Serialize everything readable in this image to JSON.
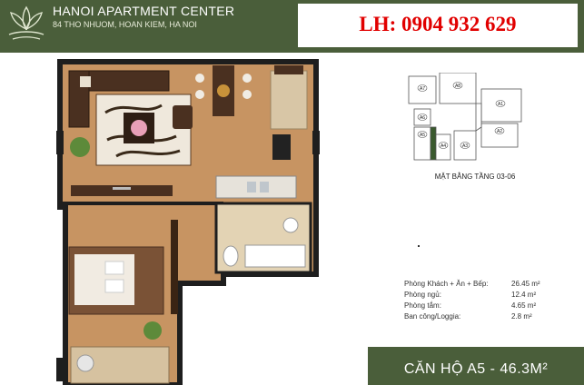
{
  "brand": {
    "title": "HANOI APARTMENT CENTER",
    "address": "84 THO NHUOM, HOAN KIEM, HA NOI"
  },
  "contact": {
    "phone": "LH: 0904 932 629"
  },
  "key_plan": {
    "units": [
      "A7",
      "A8",
      "A1",
      "A6",
      "A5",
      "A4",
      "A3",
      "A2"
    ],
    "highlighted_unit": "A5",
    "caption": "MẶT BẰNG TẦNG 03-06"
  },
  "areas": [
    {
      "label": "Phòng Khách + Ăn + Bếp:",
      "value": "26.45 m²"
    },
    {
      "label": "Phòng ngủ:",
      "value": "12.4 m²"
    },
    {
      "label": "Phòng tắm:",
      "value": "4.65 m²"
    },
    {
      "label": "Ban công/Loggia:",
      "value": "2.8 m²"
    }
  ],
  "unit_title": "CĂN HỘ A5 - 46.3M²",
  "colors": {
    "brand_green": "#4a5e3a",
    "phone_red": "#e10000",
    "wall_dark": "#1e1e1e",
    "wood_floor": "#c79462",
    "furniture_brown": "#5a3a22"
  }
}
